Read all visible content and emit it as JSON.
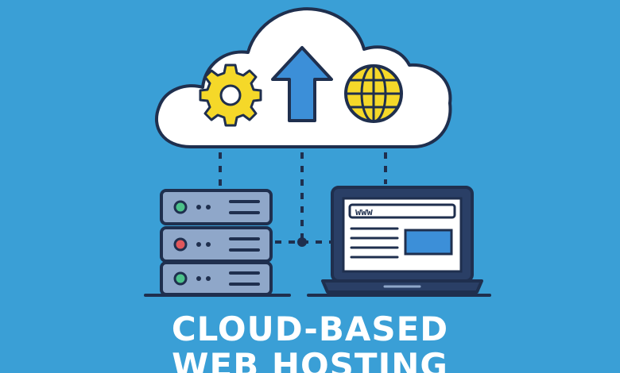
{
  "headline": {
    "line1": "CLOUD-BASED",
    "line2": "WEB HOSTING"
  },
  "browser": {
    "address_text": "www"
  },
  "icons": {
    "cloud": "cloud-icon",
    "gear": "gear-icon",
    "upload_arrow": "upload-arrow-icon",
    "globe": "globe-icon",
    "server": "server-rack-icon",
    "laptop": "laptop-icon"
  },
  "colors": {
    "background": "#3a9fd6",
    "outline": "#1f2f4e",
    "accent_yellow": "#f5d829",
    "arrow_blue": "#3c8fd8",
    "server_blue": "#8fa7c9",
    "led_green": "#4cc28a",
    "led_red": "#e0575b",
    "text": "#ffffff"
  }
}
